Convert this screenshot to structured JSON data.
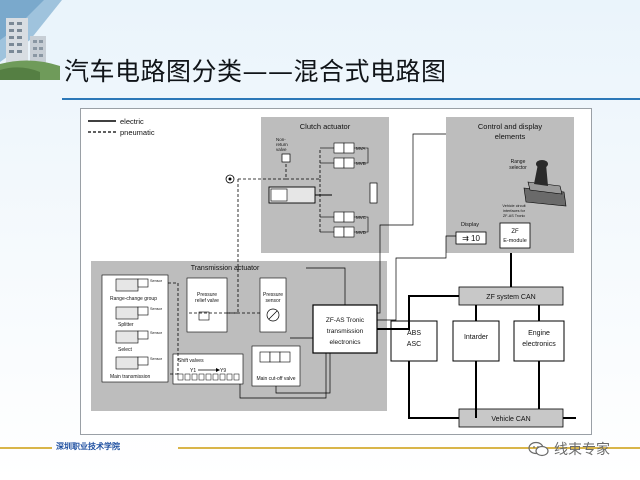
{
  "slide": {
    "title": "汽车电路图分类——混合式电路图",
    "footer": "深圳职业技术学院",
    "watermark": "线束专家",
    "accent_color": "#2c78b8",
    "footer_line_color": "#d9b54a"
  },
  "diagram": {
    "legend": {
      "electric": "electric",
      "pneumatic": "pneumatic"
    },
    "clutch_actuator": {
      "title": "Clutch actuator",
      "non_return_valve": [
        "Non-",
        "return",
        "valve"
      ],
      "valves": [
        "MVA",
        "MVB",
        "MVC",
        "MVD"
      ]
    },
    "control_display": {
      "title": [
        "Control and display",
        "elements"
      ],
      "range_selector": [
        "Range",
        "selector"
      ],
      "vehicle_interface": [
        "Vehicle circuit",
        "interfaces for",
        "ZF-AS Tronic"
      ],
      "display_label": "Display",
      "display_value": "⇉ 10",
      "zf_emodule": [
        "ZF",
        "E-module"
      ]
    },
    "transmission_actuator": {
      "title": "Transmission actuator",
      "sensor": "Sensor",
      "groups": [
        "Range-change group",
        "Splitter",
        "Select",
        "Main transmission"
      ],
      "pressure_relief": [
        "Pressure",
        "relief valve"
      ],
      "pressure_sensor": [
        "Pressure",
        "sensor"
      ],
      "shift_valves": "Shift valves",
      "y_range": [
        "Y1",
        "Y9"
      ],
      "main_cutoff": "Main cut-off valve"
    },
    "system_can": "ZF system CAN",
    "zf_electronics": [
      "ZF-AS Tronic",
      "transmission",
      "electronics"
    ],
    "abs": [
      "ABS",
      "ASC"
    ],
    "intarder": "Intarder",
    "engine": [
      "Engine",
      "electronics"
    ],
    "vehicle_can": "Vehicle CAN"
  }
}
